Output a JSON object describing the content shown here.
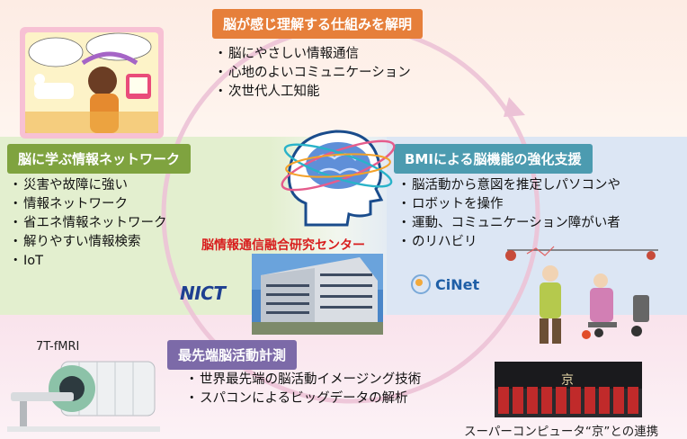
{
  "top": {
    "title": "脳が感じ理解する仕組みを解明",
    "items": [
      "脳にやさしい情報通信",
      "心地のよいコミュニケーション",
      "次世代人工知能"
    ]
  },
  "left": {
    "title": "脳に学ぶ情報ネットワーク",
    "items": [
      "災害や故障に強い",
      "情報ネットワーク",
      "省エネ情報ネットワーク",
      "解りやすい情報検索",
      "IoT"
    ]
  },
  "right": {
    "title": "BMIによる脳機能の強化支援",
    "items": [
      "脳活動から意図を推定しパソコンや",
      "ロボットを操作",
      "運動、コミュニケーション障がい者",
      "のリハビリ"
    ]
  },
  "bottom": {
    "title": "最先端脳活動計測",
    "items": [
      "世界最先端の脳活動イメージング技術",
      "スパコンによるビッグデータの解析"
    ]
  },
  "center": {
    "label": "脳情報通信融合研究センター"
  },
  "logos": {
    "nict": "NICT",
    "cinet": "CiNet"
  },
  "captions": {
    "fmri": "7T-fMRI",
    "supercomputer": "スーパーコンピュータ“京”との連携",
    "kyo": "京"
  },
  "colors": {
    "top": "#e67f3a",
    "left": "#7fa33f",
    "right": "#4c9bb0",
    "bottom": "#7c6aa8",
    "center_label": "#d81e1e"
  }
}
